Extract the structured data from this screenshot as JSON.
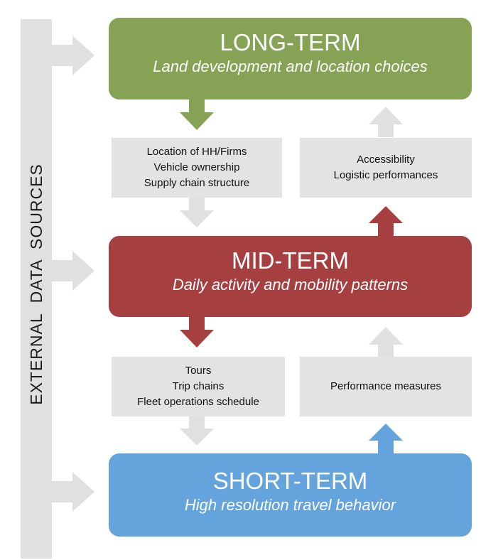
{
  "sidebar": {
    "label": "EXTERNAL  DATA  SOURCES"
  },
  "tiers": {
    "long": {
      "title": "LONG-TERM",
      "subtitle": "Land development and location choices"
    },
    "mid": {
      "title": "MID-TERM",
      "subtitle": "Daily activity and mobility patterns"
    },
    "short": {
      "title": "SHORT-TERM",
      "subtitle": "High resolution travel behavior"
    }
  },
  "boxes": {
    "long_to_mid": [
      "Location of HH/Firms",
      "Vehicle ownership",
      "Supply chain structure"
    ],
    "mid_to_long": [
      "Accessibility",
      "Logistic performances"
    ],
    "mid_to_short": [
      "Tours",
      "Trip chains",
      "Fleet operations schedule"
    ],
    "short_to_mid": [
      "Performance measures"
    ]
  },
  "colors": {
    "long": "#86a255",
    "mid": "#a63f40",
    "short": "#64a3db",
    "neutral": "#e0e0e0"
  }
}
